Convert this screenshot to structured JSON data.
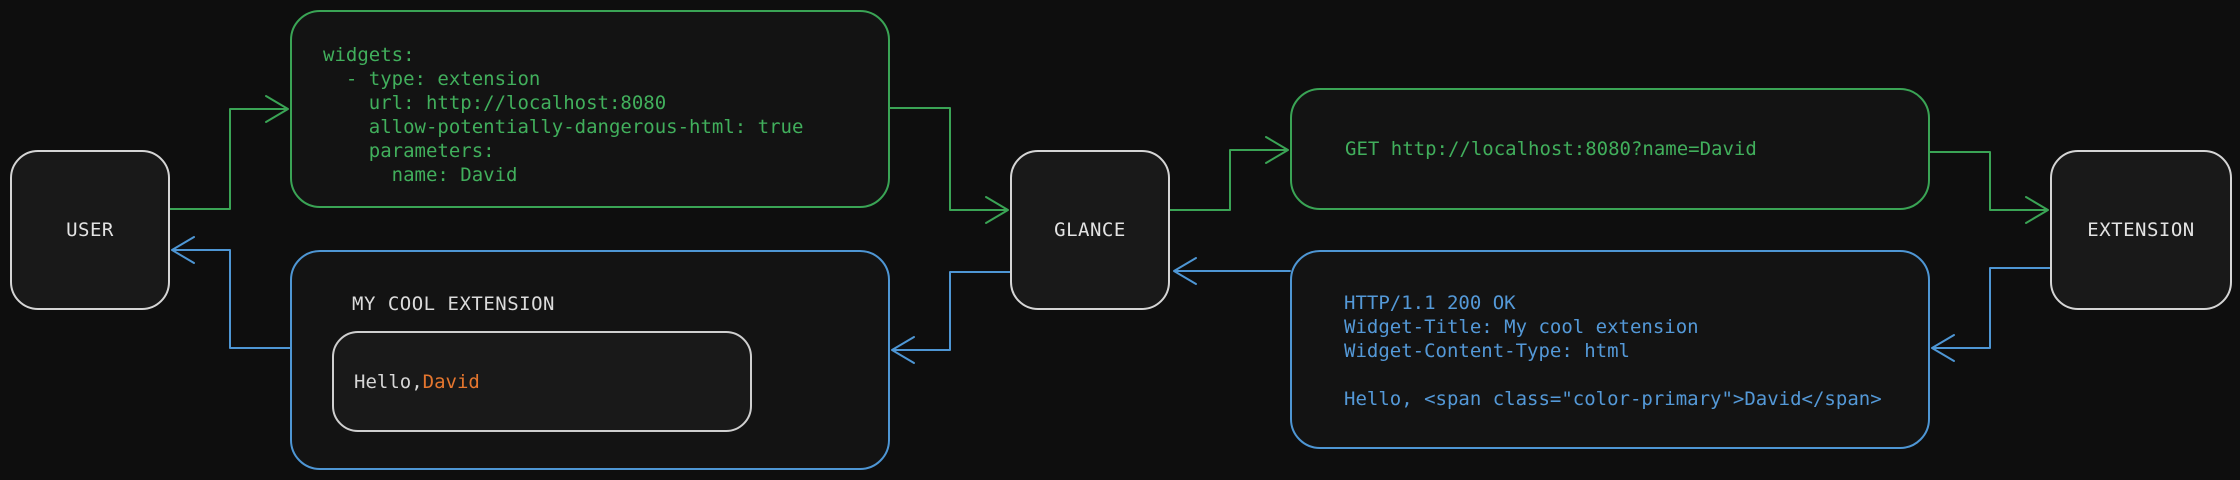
{
  "nodes": {
    "user": {
      "label": "USER"
    },
    "glance": {
      "label": "GLANCE"
    },
    "extension": {
      "label": "EXTENSION"
    }
  },
  "config_box": {
    "lines": [
      "widgets:",
      "  - type: extension",
      "    url: http://localhost:8080",
      "    allow-potentially-dangerous-html: true",
      "    parameters:",
      "      name: David"
    ]
  },
  "request_box": {
    "text": "GET http://localhost:8080?name=David"
  },
  "response_box": {
    "lines": [
      "HTTP/1.1 200 OK",
      "Widget-Title: My cool extension",
      "Widget-Content-Type: html",
      "",
      "Hello, <span class=\"color-primary\">David</span>"
    ]
  },
  "widget_preview": {
    "title": "MY COOL EXTENSION",
    "greeting_prefix": "Hello, ",
    "greeting_name": "David"
  },
  "colors": {
    "background": "#0e0e0e",
    "green": "#3aa455",
    "blue": "#4e96d4",
    "orange": "#e5762e",
    "node_border": "#d5d5d5",
    "text_light": "#dcdcdc"
  }
}
